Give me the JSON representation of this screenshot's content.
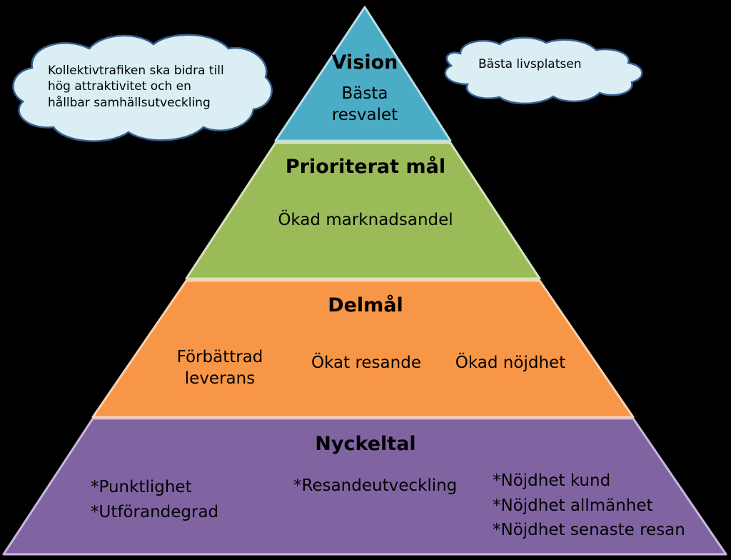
{
  "clouds": {
    "left": {
      "text": "Kollektivtrafiken ska bidra till\nhög attraktivitet och en\nhållbar samhällsutveckling"
    },
    "right": {
      "text": "Bästa livsplatsen"
    }
  },
  "levels": {
    "vision": {
      "title": "Vision",
      "text": "Bästa\nresvalet",
      "color": "#4BACC6"
    },
    "prioriterat": {
      "title": "Prioriterat mål",
      "text": "Ökad marknadsandel",
      "color": "#9BBB59"
    },
    "delmal": {
      "title": "Delmål",
      "items": [
        "Förbättrad\nleverans",
        "Ökat resande",
        "Ökad nöjdhet"
      ],
      "color": "#F79646"
    },
    "nyckeltal": {
      "title": "Nyckeltal",
      "items": [
        "*Punktlighet\n*Utförandegrad",
        "*Resandeutveckling",
        "*Nöjdhet kund\n*Nöjdhet allmänhet\n*Nöjdhet senaste resan"
      ],
      "color": "#8064A2"
    }
  },
  "cloud_color": "#DAEEF3"
}
